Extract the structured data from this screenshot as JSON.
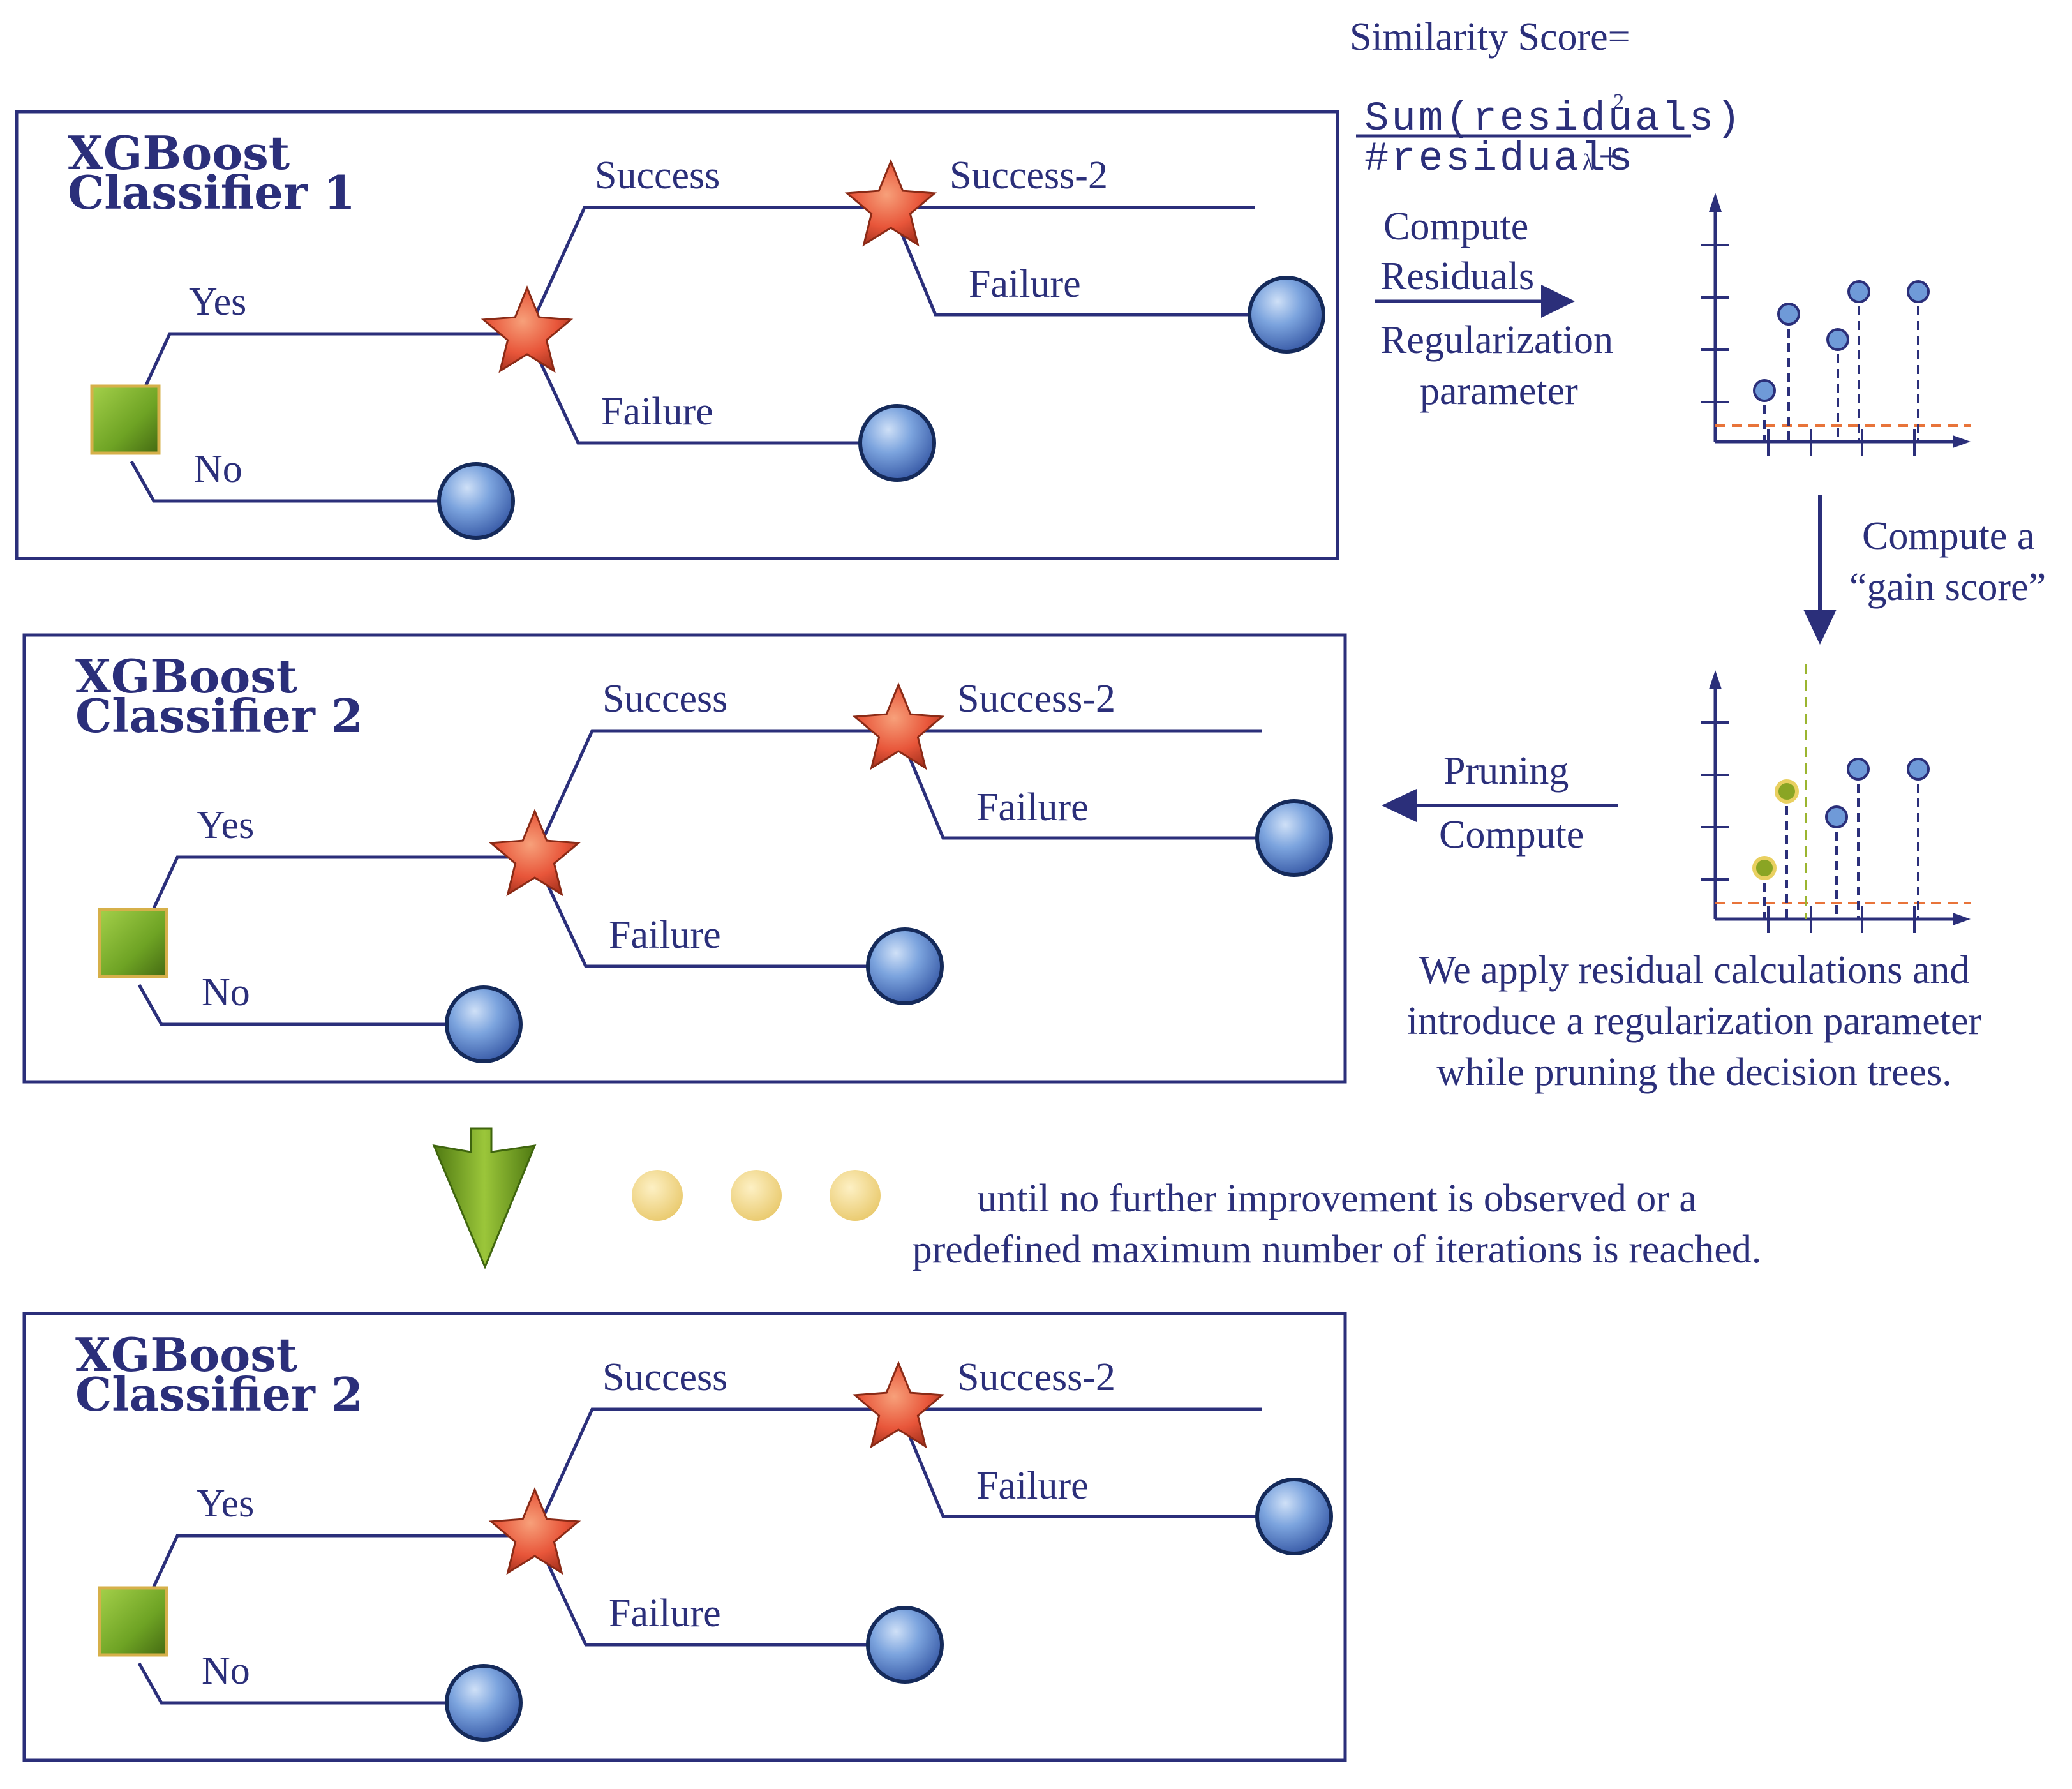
{
  "classifiers": [
    {
      "title_line1": "XGBoost",
      "title_line2": "Classifier 1",
      "yes": "Yes",
      "no": "No",
      "success": "Success",
      "failure1": "Failure",
      "success2": "Success-2",
      "failure2": "Failure"
    },
    {
      "title_line1": "XGBoost",
      "title_line2": "Classifier 2",
      "yes": "Yes",
      "no": "No",
      "success": "Success",
      "failure1": "Failure",
      "success2": "Success-2",
      "failure2": "Failure"
    },
    {
      "title_line1": "XGBoost",
      "title_line2": "Classifier 2",
      "yes": "Yes",
      "no": "No",
      "success": "Success",
      "failure1": "Failure",
      "success2": "Success-2",
      "failure2": "Failure"
    }
  ],
  "formula": {
    "label": "Similarity Score=",
    "numerator": "Sum(residuals)",
    "exponent": "2",
    "denominator": "#residuals",
    "lambda": "λ",
    "plus": "+"
  },
  "compute_residuals": {
    "line1": "Compute",
    "line2": "Residuals"
  },
  "regularization": {
    "line1": "Regularization",
    "line2": "parameter"
  },
  "gain": {
    "line1": "Compute a",
    "line2": "“gain score”"
  },
  "pruning": {
    "above": "Pruning",
    "below": "Compute"
  },
  "explanation": {
    "line1": "We apply residual calculations and",
    "line2": "introduce a regularization parameter",
    "line3": "while pruning the decision trees."
  },
  "iteration": {
    "line1": "until no further improvement is observed or a",
    "line2": "predefined maximum number of iterations is reached."
  },
  "colors": {
    "line": "#2b2f7a",
    "star": "#e8563a",
    "leaf": "#6f9ad8",
    "root": "#7fb02a",
    "dots": "#f2d98a",
    "arrow_green": "#7aa51c",
    "orange_dash": "#e8743a",
    "green_dash": "#9bb530"
  }
}
